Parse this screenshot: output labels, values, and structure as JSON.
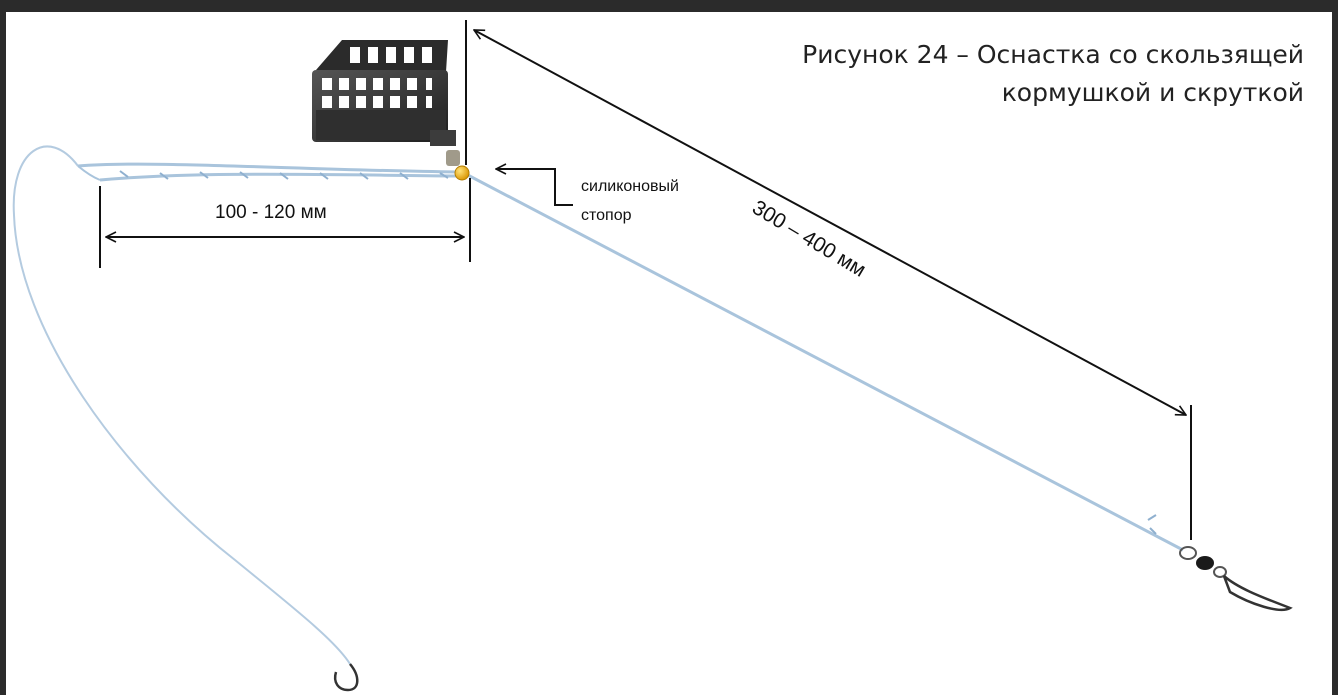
{
  "figure": {
    "caption_line1": "Рисунок 24 – Оснастка со скользящей",
    "caption_line2": "кормушкой и скруткой"
  },
  "labels": {
    "short_length": "100 - 120 мм",
    "stopper_line1": "силиконовый",
    "stopper_line2": "стопор",
    "long_length": "300 – 400 мм"
  },
  "colors": {
    "background": "#ffffff",
    "frame": "#2b2b2b",
    "line": "#a9c4dc",
    "feeder": "#3a3a3a",
    "stopper_bead": "#f2b417",
    "dimension": "#111111"
  },
  "icons": [
    "feeder-cage-icon",
    "swivel-snap-icon",
    "hook-icon",
    "stopper-bead-icon"
  ]
}
